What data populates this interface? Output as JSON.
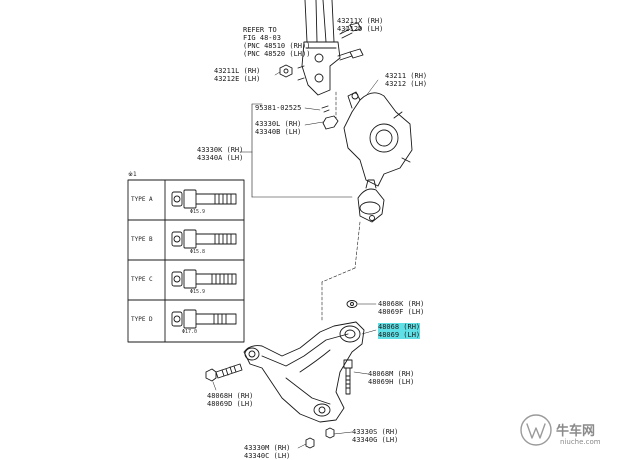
{
  "parts": {
    "hub_bolt": {
      "rh": "43211X (RH)",
      "lh": "43212D (LH)"
    },
    "refer": {
      "line1": "REFER TO",
      "line2": "FIG 48-03",
      "line3": "(PNC 48510 (RH))",
      "line4": "(PNC 48520 (LH))"
    },
    "nut": {
      "rh": "43211L (RH)",
      "lh": "43212E (LH)"
    },
    "knuckle": {
      "rh": "43211 (RH)",
      "lh": "43212 (LH)"
    },
    "cotter_pin": {
      "code": "95381-02525"
    },
    "nut_ball": {
      "rh": "43330L (RH)",
      "lh": "43340B (LH)"
    },
    "ball_joint": {
      "rh": "43330K (RH)",
      "lh": "43340A (LH)"
    },
    "bushing_nut": {
      "rh": "48068K (RH)",
      "lh": "48069F (LH)"
    },
    "lower_arm": {
      "rh": "48068 (RH)",
      "lh": "48069 (LH)"
    },
    "arm_bolt": {
      "rh": "48068M (RH)",
      "lh": "48069H (LH)"
    },
    "front_bolt": {
      "rh": "48068H (RH)",
      "lh": "48069D (LH)"
    },
    "rear_bolt": {
      "rh": "43330S (RH)",
      "lh": "43340G (LH)"
    },
    "bottom_nut": {
      "rh": "43330M (RH)",
      "lh": "43340C (LH)"
    }
  },
  "bolt_table": {
    "note": "※1",
    "rows": [
      {
        "type": "TYPE A",
        "dim": "Φ15.9"
      },
      {
        "type": "TYPE B",
        "dim": "Φ15.8"
      },
      {
        "type": "TYPE C",
        "dim": "Φ15.9"
      },
      {
        "type": "TYPE D",
        "dim": "Φ17.0"
      }
    ]
  },
  "watermark": {
    "text": "牛车网",
    "url": "niuche.com"
  },
  "colors": {
    "highlight": "#5fe0e6",
    "line": "#1a1a1a"
  }
}
